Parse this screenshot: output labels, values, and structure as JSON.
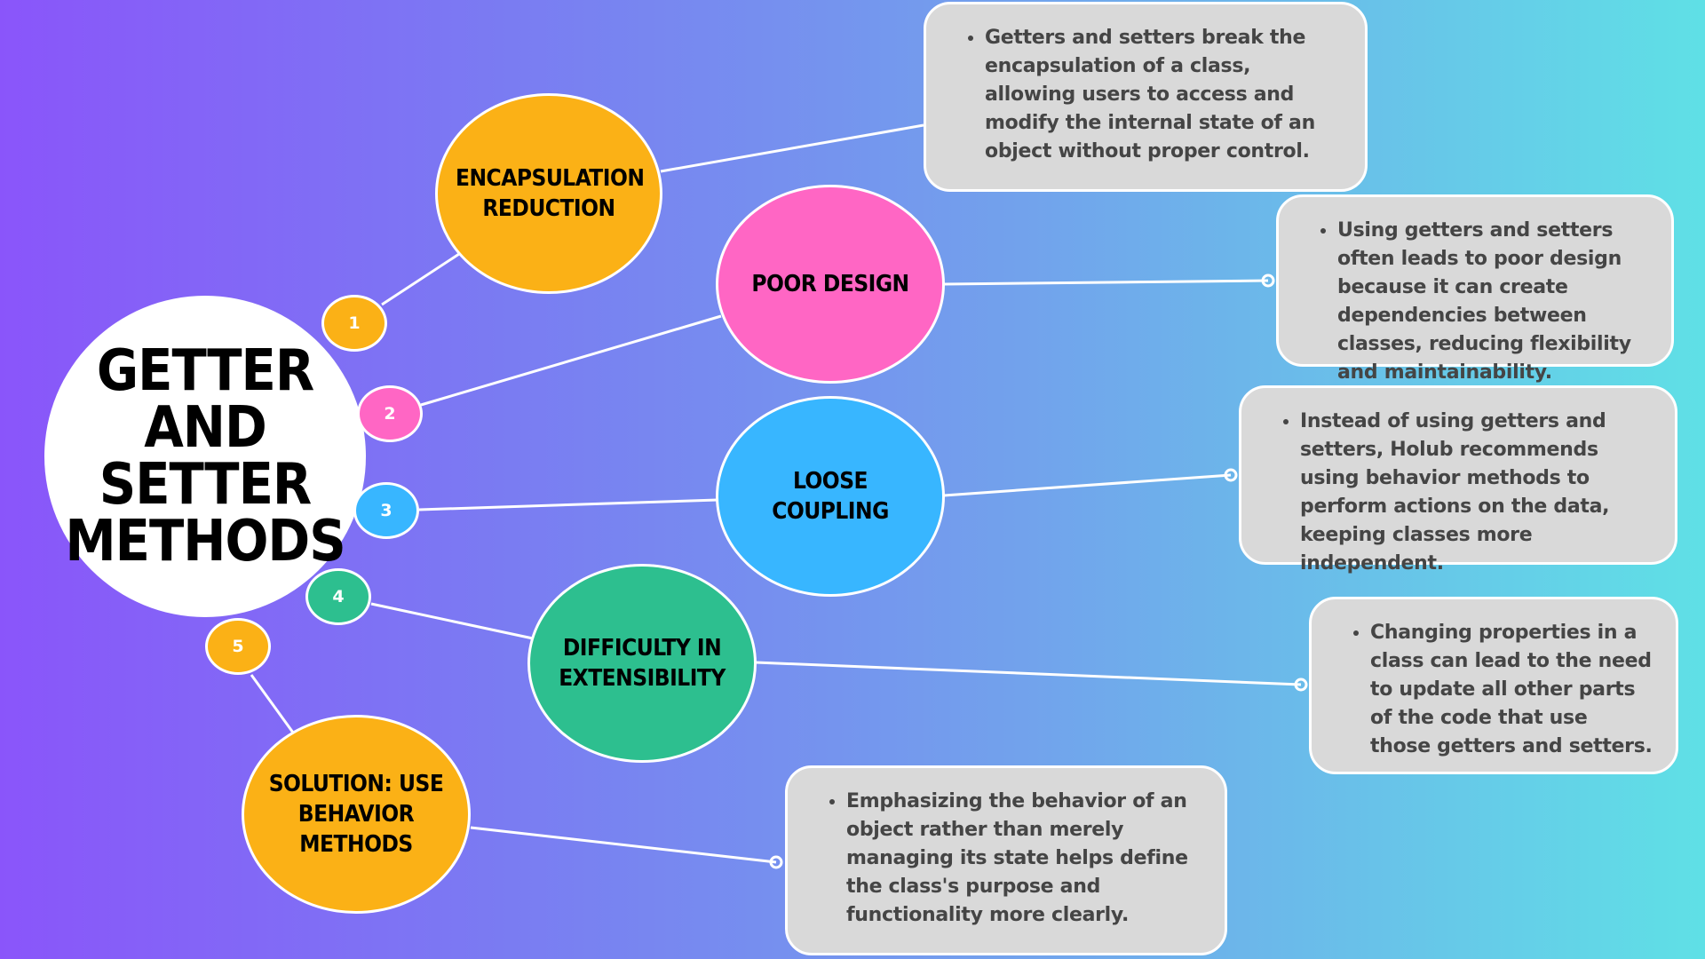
{
  "title": "GETTER AND SETTER METHODS",
  "colors": {
    "orange": "#fbb116",
    "pink": "#ff66c4",
    "blue": "#38b6ff",
    "green": "#2dbf8f",
    "card": "#d9d9d9",
    "connector": "#ffffff"
  },
  "topics": [
    {
      "number": "1",
      "label": "ENCAPSULATION REDUCTION",
      "color": "#fbb116",
      "detail": "Getters and setters break the encapsulation of a class, allowing users to access and modify the internal state of an object without proper control."
    },
    {
      "number": "2",
      "label": "POOR DESIGN",
      "color": "#ff66c4",
      "detail": "Using getters and setters often leads to poor design because it can create dependencies between classes, reducing flexibility and maintainability."
    },
    {
      "number": "3",
      "label": "LOOSE COUPLING",
      "color": "#38b6ff",
      "detail": "Instead of using getters and setters, Holub recommends using behavior methods to perform actions on the data, keeping classes more independent."
    },
    {
      "number": "4",
      "label": "DIFFICULTY IN EXTENSIBILITY",
      "color": "#2dbf8f",
      "detail": "Changing properties in a class can lead to the need to update all other parts of the code that use those getters and setters."
    },
    {
      "number": "5",
      "label": "SOLUTION: USE BEHAVIOR METHODS",
      "color": "#fbb116",
      "detail": "Emphasizing the behavior of an object rather than merely managing its state helps define the class's purpose and functionality more clearly."
    }
  ]
}
